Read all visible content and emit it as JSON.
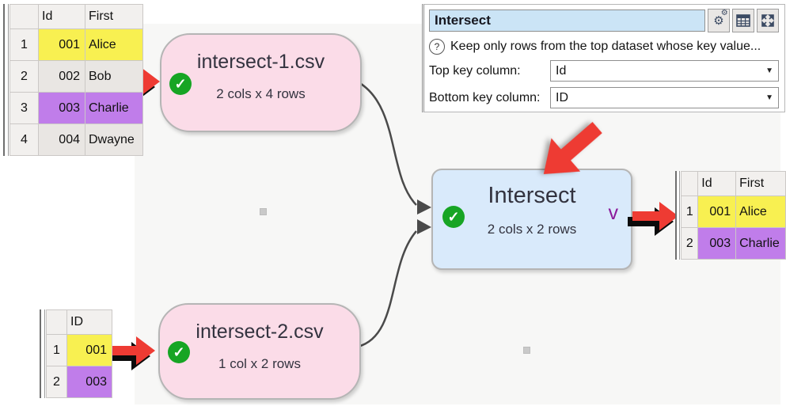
{
  "canvas": {
    "node1": {
      "title": "intersect-1.csv",
      "subtitle": "2 cols x 4 rows"
    },
    "node2": {
      "title": "intersect-2.csv",
      "subtitle": "1 col x 2 rows"
    },
    "intersect_node": {
      "title": "Intersect",
      "subtitle": "2 cols x 2 rows",
      "expander": "v"
    },
    "check_glyph": "✓"
  },
  "panel": {
    "title_value": "Intersect",
    "help_glyph": "?",
    "description": "Keep only rows from the top dataset whose key value...",
    "fields": [
      {
        "label": "Top key column:",
        "value": "Id"
      },
      {
        "label": "Bottom key column:",
        "value": "ID"
      }
    ],
    "caret_glyph": "▼",
    "gear_glyph": "⚙"
  },
  "tables": {
    "source1": {
      "headers": [
        "Id",
        "First"
      ],
      "rows": [
        {
          "num": "1",
          "cells": [
            {
              "t": "001",
              "bg": "#f8f051"
            },
            {
              "t": "Alice",
              "bg": "#f8f051"
            }
          ]
        },
        {
          "num": "2",
          "cells": [
            {
              "t": "002",
              "bg": "#e9e6e3"
            },
            {
              "t": "Bob",
              "bg": "#e9e6e3"
            }
          ]
        },
        {
          "num": "3",
          "cells": [
            {
              "t": "003",
              "bg": "#c07dea"
            },
            {
              "t": "Charlie",
              "bg": "#c07dea"
            }
          ]
        },
        {
          "num": "4",
          "cells": [
            {
              "t": "004",
              "bg": "#e9e6e3"
            },
            {
              "t": "Dwayne",
              "bg": "#e9e6e3"
            }
          ]
        }
      ]
    },
    "source2": {
      "headers": [
        "ID"
      ],
      "rows": [
        {
          "num": "1",
          "cells": [
            {
              "t": "001",
              "bg": "#f8f051"
            }
          ]
        },
        {
          "num": "2",
          "cells": [
            {
              "t": "003",
              "bg": "#c07dea"
            }
          ]
        }
      ]
    },
    "result": {
      "headers": [
        "Id",
        "First"
      ],
      "rows": [
        {
          "num": "1",
          "cells": [
            {
              "t": "001",
              "bg": "#f8f051"
            },
            {
              "t": "Alice",
              "bg": "#f8f051"
            }
          ]
        },
        {
          "num": "2",
          "cells": [
            {
              "t": "003",
              "bg": "#c07dea"
            },
            {
              "t": "Charlie",
              "bg": "#c07dea"
            }
          ]
        }
      ]
    }
  },
  "colors": {
    "node_pink": "#fbdce8",
    "node_blue": "#d9eafb",
    "check_green": "#17a524",
    "arrow_red": "#ee3b33",
    "highlight_yellow": "#f8f051",
    "highlight_purple": "#c07dea",
    "title_field_blue": "#cbe4f6",
    "connector_gray": "#4a4a4a"
  }
}
